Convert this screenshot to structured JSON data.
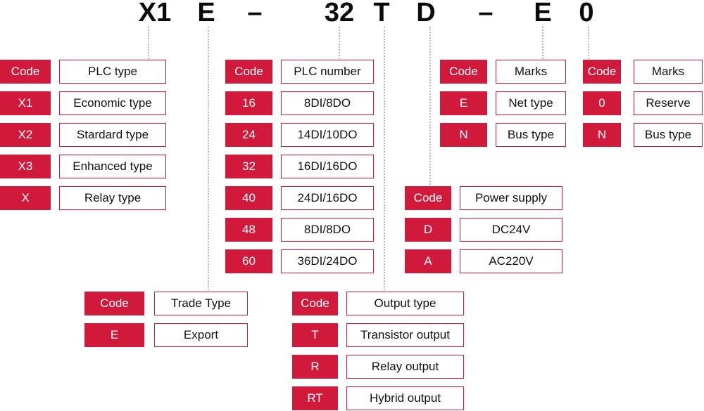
{
  "title": {
    "segments": [
      "X1",
      "E",
      "–",
      "32",
      "T",
      "D",
      "–",
      "E",
      "0"
    ]
  },
  "colors": {
    "red": "#d11a3b",
    "line": "#b7b7b7",
    "text": "#111111"
  },
  "tables": {
    "plc_type": {
      "rows": [
        [
          "Code",
          "PLC type"
        ],
        [
          "X1",
          "Economic type"
        ],
        [
          "X2",
          "Stardard type"
        ],
        [
          "X3",
          "Enhanced type"
        ],
        [
          "X",
          "Relay type"
        ]
      ]
    },
    "plc_number": {
      "rows": [
        [
          "Code",
          "PLC number"
        ],
        [
          "16",
          "8DI/8DO"
        ],
        [
          "24",
          "14DI/10DO"
        ],
        [
          "32",
          "16DI/16DO"
        ],
        [
          "40",
          "24DI/16DO"
        ],
        [
          "48",
          "8DI/8DO"
        ],
        [
          "60",
          "36DI/24DO"
        ]
      ]
    },
    "marks_net": {
      "rows": [
        [
          "Code",
          "Marks"
        ],
        [
          "E",
          "Net type"
        ],
        [
          "N",
          "Bus type"
        ]
      ]
    },
    "marks_reserve": {
      "rows": [
        [
          "Code",
          "Marks"
        ],
        [
          "0",
          "Reserve"
        ],
        [
          "N",
          "Bus type"
        ]
      ]
    },
    "power_supply": {
      "rows": [
        [
          "Code",
          "Power supply"
        ],
        [
          "D",
          "DC24V"
        ],
        [
          "A",
          "AC220V"
        ]
      ]
    },
    "trade_type": {
      "rows": [
        [
          "Code",
          "Trade Type"
        ],
        [
          "E",
          "Export"
        ]
      ]
    },
    "output_type": {
      "rows": [
        [
          "Code",
          "Output type"
        ],
        [
          "T",
          "Transistor output"
        ],
        [
          "R",
          "Relay output"
        ],
        [
          "RT",
          "Hybrid output"
        ]
      ]
    }
  }
}
